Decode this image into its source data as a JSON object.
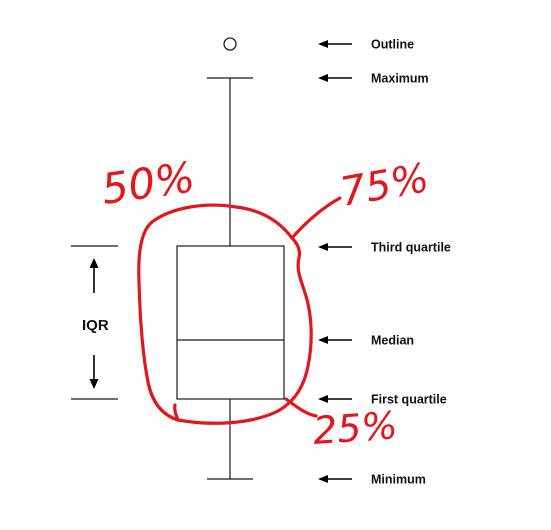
{
  "labels": {
    "outline": "Outline",
    "maximum": "Maximum",
    "third_quartile": "Third quartile",
    "median": "Median",
    "first_quartile": "First quartile",
    "minimum": "Minimum",
    "iqr": "IQR"
  },
  "annotations": {
    "p50": "50%",
    "p75": "75%",
    "p25": "25%"
  },
  "colors": {
    "ink": "#111111",
    "annotation_red": "#e3161b",
    "background": "#ffffff"
  }
}
